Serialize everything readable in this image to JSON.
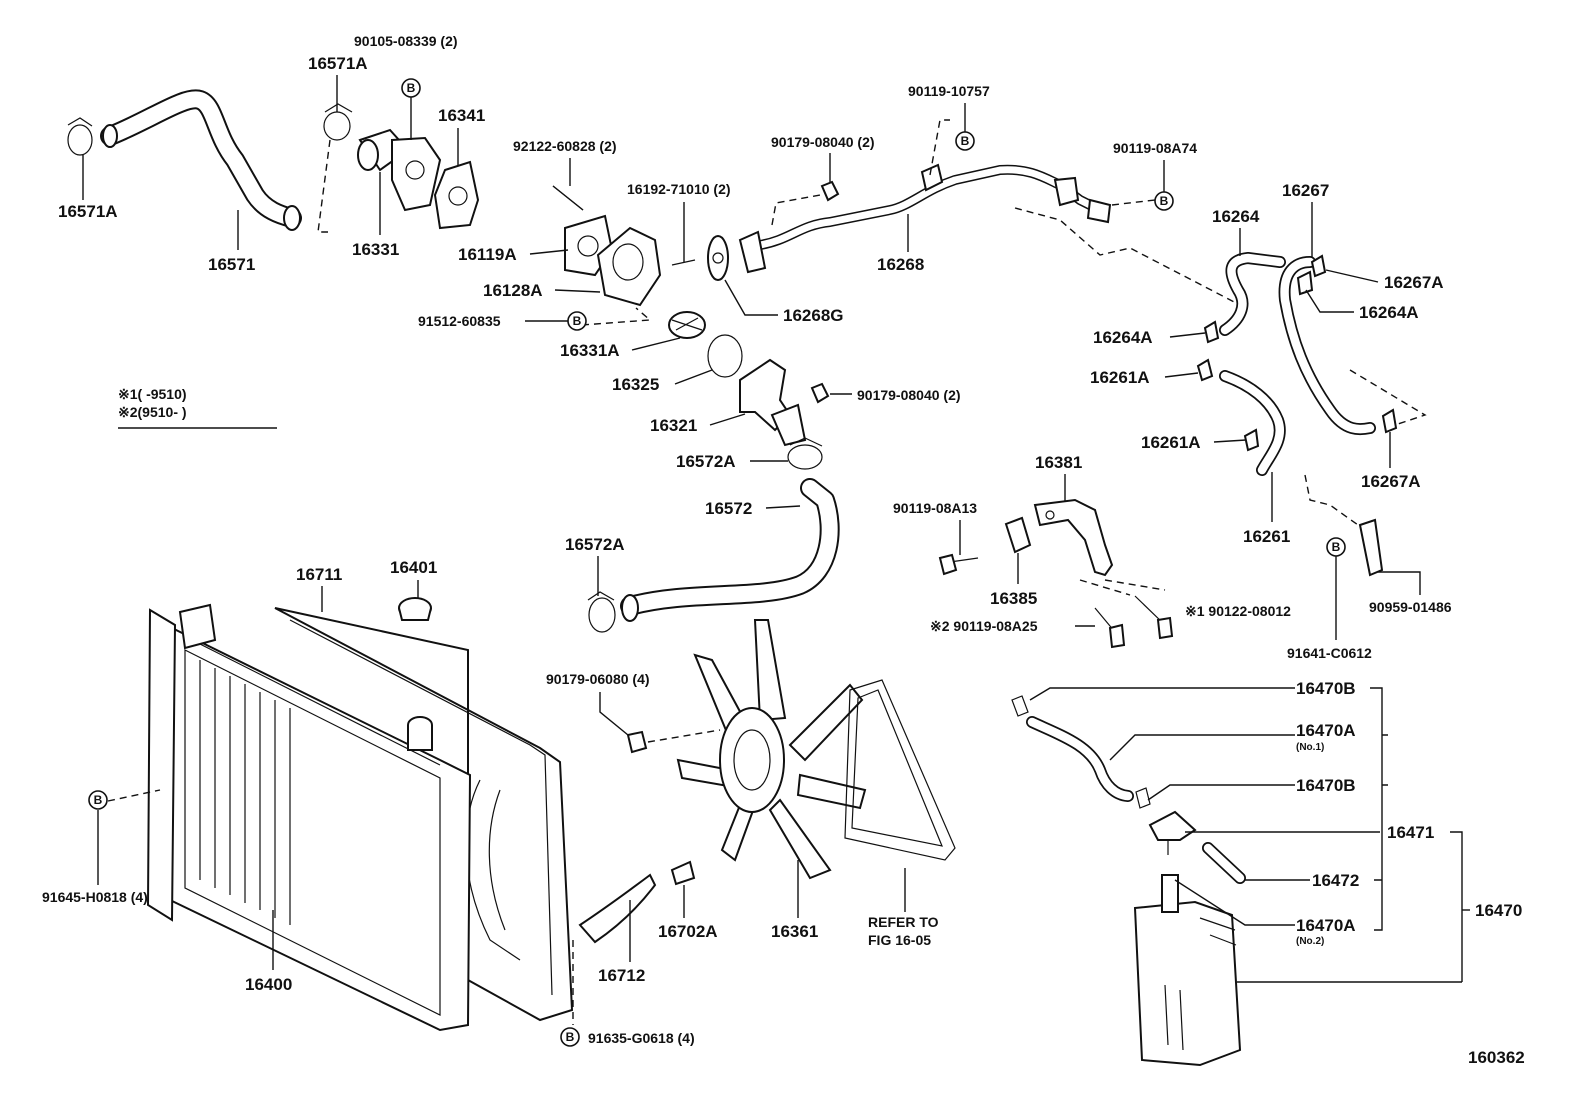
{
  "figure_number": "160362",
  "legend": {
    "note1": "※1(       -9510)",
    "note2": "※2(9510-        )"
  },
  "bolt_marker": "B",
  "labels": {
    "p16571A_top": "16571A",
    "p90105": "90105-08339 (2)",
    "p16341": "16341",
    "p16571A_left": "16571A",
    "p16571": "16571",
    "p16331": "16331",
    "p92122": "92122-60828 (2)",
    "p16192": "16192-71010 (2)",
    "p90179_08040_top": "90179-08040 (2)",
    "p90119_10757": "90119-10757",
    "p90119_08A74": "90119-08A74",
    "p16119A": "16119A",
    "p16128A": "16128A",
    "p16268": "16268",
    "p16268G": "16268G",
    "p91512": "91512-60835",
    "p16331A": "16331A",
    "p16325": "16325",
    "p16321": "16321",
    "p90179_08040_mid": "90179-08040 (2)",
    "p16572A_top": "16572A",
    "p16572": "16572",
    "p16572A_left": "16572A",
    "p16711": "16711",
    "p16401": "16401",
    "p90179_06080": "90179-06080 (4)",
    "p91645": "91645-H0818 (4)",
    "p16400": "16400",
    "p16712": "16712",
    "p16702A": "16702A",
    "p16361": "16361",
    "p_refer1": "REFER TO",
    "p_refer2": "FIG 16-05",
    "p91635": "91635-G0618 (4)",
    "p16267": "16267",
    "p16264": "16264",
    "p16267A_top": "16267A",
    "p16264A_right": "16264A",
    "p16264A_left": "16264A",
    "p16261A_top": "16261A",
    "p16261A_mid": "16261A",
    "p16267A_bottom": "16267A",
    "p16261": "16261",
    "p16381": "16381",
    "p90119_08A13": "90119-08A13",
    "p16385": "16385",
    "p90122": "※1 90122-08012",
    "p90119_08A25": "※2 90119-08A25",
    "p91641": "91641-C0612",
    "p90959": "90959-01486",
    "p16470B_top": "16470B",
    "p16470A_top": "16470A",
    "p_no1": "(No.1)",
    "p16470B_mid": "16470B",
    "p16471": "16471",
    "p16472": "16472",
    "p16470A_bottom": "16470A",
    "p_no2": "(No.2)",
    "p16470": "16470"
  }
}
